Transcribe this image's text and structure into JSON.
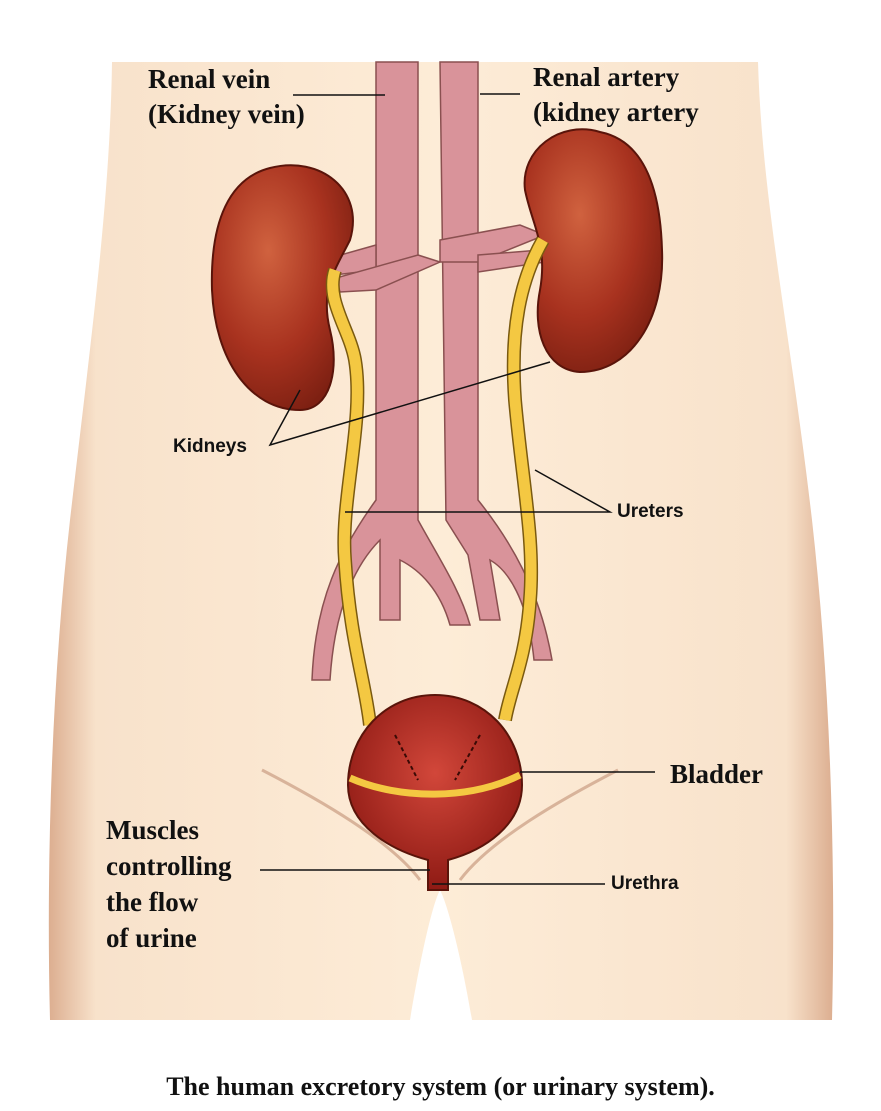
{
  "labels": {
    "renal_vein": [
      "Renal vein",
      "(Kidney vein)"
    ],
    "renal_artery": [
      "Renal artery",
      "(kidney artery"
    ],
    "kidneys": "Kidneys",
    "ureters": "Ureters",
    "bladder": "Bladder",
    "muscles": [
      "Muscles",
      "controlling",
      "the flow",
      "of urine"
    ],
    "urethra": "Urethra"
  },
  "caption": "The human excretory system (or urinary system).",
  "colors": {
    "skin": "#fbe8d0",
    "skin_edge": "#e2b79a",
    "vessel": "#d9939a",
    "kidney": "#a8321f",
    "ureter": "#f4c842",
    "bladder": "#b8281f"
  }
}
